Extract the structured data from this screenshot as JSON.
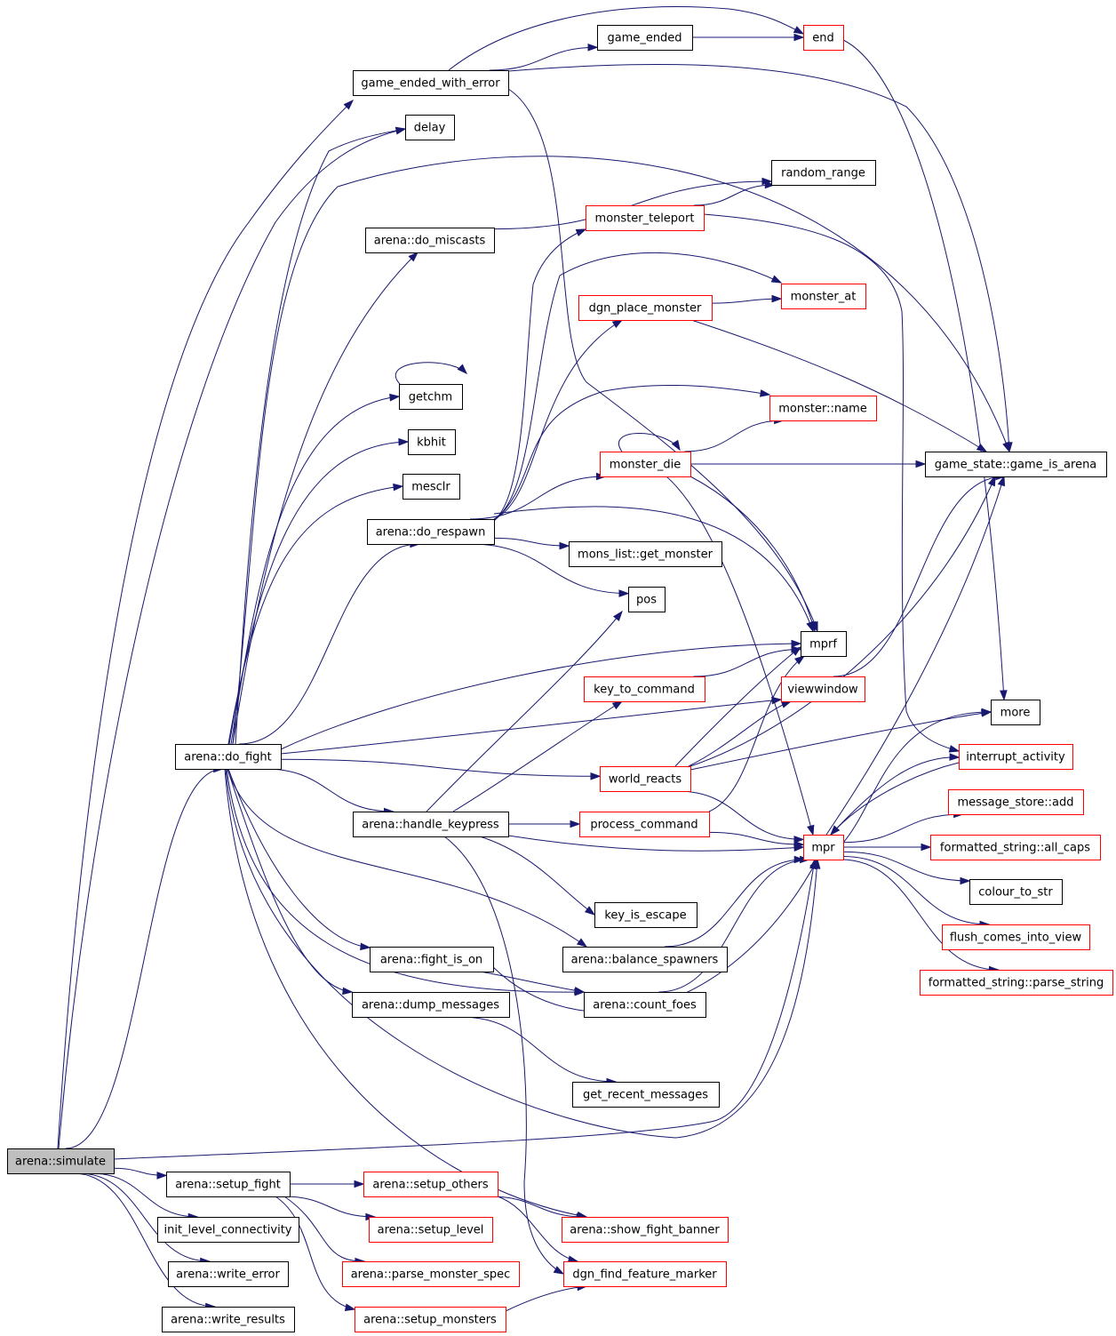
{
  "graph": {
    "root": "arena::simulate",
    "nodes": [
      {
        "id": "simulate",
        "label": "arena::simulate",
        "style": "root"
      },
      {
        "id": "game_ended_with_error",
        "label": "game_ended_with_error",
        "style": "black"
      },
      {
        "id": "game_ended",
        "label": "game_ended",
        "style": "black"
      },
      {
        "id": "end",
        "label": "end",
        "style": "red"
      },
      {
        "id": "delay",
        "label": "delay",
        "style": "black"
      },
      {
        "id": "random_range",
        "label": "random_range",
        "style": "black"
      },
      {
        "id": "do_miscasts",
        "label": "arena::do_miscasts",
        "style": "black"
      },
      {
        "id": "monster_teleport",
        "label": "monster_teleport",
        "style": "red"
      },
      {
        "id": "dgn_place_monster",
        "label": "dgn_place_monster",
        "style": "red"
      },
      {
        "id": "monster_at",
        "label": "monster_at",
        "style": "red"
      },
      {
        "id": "getchm",
        "label": "getchm",
        "style": "black"
      },
      {
        "id": "monster_name",
        "label": "monster::name",
        "style": "red"
      },
      {
        "id": "kbhit",
        "label": "kbhit",
        "style": "black"
      },
      {
        "id": "monster_die",
        "label": "monster_die",
        "style": "red"
      },
      {
        "id": "game_is_arena",
        "label": "game_state::game_is_arena",
        "style": "black"
      },
      {
        "id": "mesclr",
        "label": "mesclr",
        "style": "black"
      },
      {
        "id": "do_respawn",
        "label": "arena::do_respawn",
        "style": "black"
      },
      {
        "id": "get_monster",
        "label": "mons_list::get_monster",
        "style": "black"
      },
      {
        "id": "pos",
        "label": "pos",
        "style": "black"
      },
      {
        "id": "mprf",
        "label": "mprf",
        "style": "black"
      },
      {
        "id": "key_to_command",
        "label": "key_to_command",
        "style": "red"
      },
      {
        "id": "viewwindow",
        "label": "viewwindow",
        "style": "red"
      },
      {
        "id": "more",
        "label": "more",
        "style": "black"
      },
      {
        "id": "do_fight",
        "label": "arena::do_fight",
        "style": "black"
      },
      {
        "id": "interrupt_activity",
        "label": "interrupt_activity",
        "style": "red"
      },
      {
        "id": "world_reacts",
        "label": "world_reacts",
        "style": "red"
      },
      {
        "id": "message_store_add",
        "label": "message_store::add",
        "style": "red"
      },
      {
        "id": "handle_keypress",
        "label": "arena::handle_keypress",
        "style": "black"
      },
      {
        "id": "process_command",
        "label": "process_command",
        "style": "red"
      },
      {
        "id": "mpr",
        "label": "mpr",
        "style": "red"
      },
      {
        "id": "all_caps",
        "label": "formatted_string::all_caps",
        "style": "red"
      },
      {
        "id": "colour_to_str",
        "label": "colour_to_str",
        "style": "black"
      },
      {
        "id": "key_is_escape",
        "label": "key_is_escape",
        "style": "black"
      },
      {
        "id": "flush_comes_into_view",
        "label": "flush_comes_into_view",
        "style": "red"
      },
      {
        "id": "fight_is_on",
        "label": "arena::fight_is_on",
        "style": "black"
      },
      {
        "id": "balance_spawners",
        "label": "arena::balance_spawners",
        "style": "black"
      },
      {
        "id": "parse_string",
        "label": "formatted_string::parse_string",
        "style": "red"
      },
      {
        "id": "dump_messages",
        "label": "arena::dump_messages",
        "style": "black"
      },
      {
        "id": "count_foes",
        "label": "arena::count_foes",
        "style": "black"
      },
      {
        "id": "get_recent_messages",
        "label": "get_recent_messages",
        "style": "black"
      },
      {
        "id": "setup_fight",
        "label": "arena::setup_fight",
        "style": "black"
      },
      {
        "id": "setup_others",
        "label": "arena::setup_others",
        "style": "red"
      },
      {
        "id": "init_level_connectivity",
        "label": "init_level_connectivity",
        "style": "black"
      },
      {
        "id": "setup_level",
        "label": "arena::setup_level",
        "style": "red"
      },
      {
        "id": "show_fight_banner",
        "label": "arena::show_fight_banner",
        "style": "red"
      },
      {
        "id": "write_error",
        "label": "arena::write_error",
        "style": "black"
      },
      {
        "id": "parse_monster_spec",
        "label": "arena::parse_monster_spec",
        "style": "red"
      },
      {
        "id": "dgn_find_feature_marker",
        "label": "dgn_find_feature_marker",
        "style": "red"
      },
      {
        "id": "write_results",
        "label": "arena::write_results",
        "style": "black"
      },
      {
        "id": "setup_monsters",
        "label": "arena::setup_monsters",
        "style": "red"
      }
    ],
    "edges": [
      {
        "from": "simulate",
        "to": "game_ended_with_error"
      },
      {
        "from": "simulate",
        "to": "delay"
      },
      {
        "from": "simulate",
        "to": "do_fight"
      },
      {
        "from": "simulate",
        "to": "mpr"
      },
      {
        "from": "simulate",
        "to": "setup_fight"
      },
      {
        "from": "simulate",
        "to": "init_level_connectivity"
      },
      {
        "from": "simulate",
        "to": "write_error"
      },
      {
        "from": "simulate",
        "to": "write_results"
      },
      {
        "from": "game_ended_with_error",
        "to": "game_ended"
      },
      {
        "from": "game_ended_with_error",
        "to": "end"
      },
      {
        "from": "game_ended_with_error",
        "to": "game_is_arena"
      },
      {
        "from": "game_ended_with_error",
        "to": "mprf"
      },
      {
        "from": "game_ended",
        "to": "end"
      },
      {
        "from": "end",
        "to": "more"
      },
      {
        "from": "do_miscasts",
        "to": "random_range"
      },
      {
        "from": "monster_teleport",
        "to": "random_range"
      },
      {
        "from": "monster_teleport",
        "to": "interrupt_activity"
      },
      {
        "from": "dgn_place_monster",
        "to": "monster_at"
      },
      {
        "from": "dgn_place_monster",
        "to": "game_is_arena"
      },
      {
        "from": "getchm",
        "to": "getchm"
      },
      {
        "from": "monster_die",
        "to": "monster_die"
      },
      {
        "from": "monster_die",
        "to": "monster_name"
      },
      {
        "from": "monster_die",
        "to": "game_is_arena"
      },
      {
        "from": "monster_die",
        "to": "mprf"
      },
      {
        "from": "monster_die",
        "to": "mpr"
      },
      {
        "from": "do_respawn",
        "to": "monster_teleport"
      },
      {
        "from": "do_respawn",
        "to": "monster_at"
      },
      {
        "from": "do_respawn",
        "to": "dgn_place_monster"
      },
      {
        "from": "do_respawn",
        "to": "monster_name"
      },
      {
        "from": "do_respawn",
        "to": "monster_die"
      },
      {
        "from": "do_respawn",
        "to": "mprf"
      },
      {
        "from": "do_respawn",
        "to": "get_monster"
      },
      {
        "from": "do_respawn",
        "to": "pos"
      },
      {
        "from": "do_fight",
        "to": "delay"
      },
      {
        "from": "do_fight",
        "to": "game_is_arena"
      },
      {
        "from": "do_fight",
        "to": "do_miscasts"
      },
      {
        "from": "do_fight",
        "to": "getchm"
      },
      {
        "from": "do_fight",
        "to": "kbhit"
      },
      {
        "from": "do_fight",
        "to": "mesclr"
      },
      {
        "from": "do_fight",
        "to": "do_respawn"
      },
      {
        "from": "do_fight",
        "to": "mprf"
      },
      {
        "from": "do_fight",
        "to": "viewwindow"
      },
      {
        "from": "do_fight",
        "to": "world_reacts"
      },
      {
        "from": "do_fight",
        "to": "handle_keypress"
      },
      {
        "from": "do_fight",
        "to": "balance_spawners"
      },
      {
        "from": "do_fight",
        "to": "fight_is_on"
      },
      {
        "from": "do_fight",
        "to": "dump_messages"
      },
      {
        "from": "do_fight",
        "to": "count_foes"
      },
      {
        "from": "do_fight",
        "to": "mpr"
      },
      {
        "from": "do_fight",
        "to": "show_fight_banner"
      },
      {
        "from": "key_to_command",
        "to": "mprf"
      },
      {
        "from": "viewwindow",
        "to": "game_is_arena"
      },
      {
        "from": "world_reacts",
        "to": "mprf"
      },
      {
        "from": "world_reacts",
        "to": "viewwindow"
      },
      {
        "from": "world_reacts",
        "to": "game_is_arena"
      },
      {
        "from": "world_reacts",
        "to": "more"
      },
      {
        "from": "world_reacts",
        "to": "mpr"
      },
      {
        "from": "handle_keypress",
        "to": "pos"
      },
      {
        "from": "handle_keypress",
        "to": "key_to_command"
      },
      {
        "from": "handle_keypress",
        "to": "process_command"
      },
      {
        "from": "handle_keypress",
        "to": "mpr"
      },
      {
        "from": "handle_keypress",
        "to": "key_is_escape"
      },
      {
        "from": "handle_keypress",
        "to": "dgn_find_feature_marker"
      },
      {
        "from": "process_command",
        "to": "mprf"
      },
      {
        "from": "process_command",
        "to": "mpr"
      },
      {
        "from": "mpr",
        "to": "more"
      },
      {
        "from": "mpr",
        "to": "interrupt_activity"
      },
      {
        "from": "mpr",
        "to": "message_store_add"
      },
      {
        "from": "mpr",
        "to": "all_caps"
      },
      {
        "from": "mpr",
        "to": "colour_to_str"
      },
      {
        "from": "mpr",
        "to": "flush_comes_into_view"
      },
      {
        "from": "mpr",
        "to": "parse_string"
      },
      {
        "from": "mpr",
        "to": "game_is_arena"
      },
      {
        "from": "interrupt_activity",
        "to": "mpr"
      },
      {
        "from": "fight_is_on",
        "to": "count_foes"
      },
      {
        "from": "fight_is_on",
        "to": "mpr"
      },
      {
        "from": "balance_spawners",
        "to": "mpr"
      },
      {
        "from": "count_foes",
        "to": "mpr"
      },
      {
        "from": "dump_messages",
        "to": "get_recent_messages"
      },
      {
        "from": "setup_fight",
        "to": "setup_others"
      },
      {
        "from": "setup_fight",
        "to": "setup_level"
      },
      {
        "from": "setup_fight",
        "to": "parse_monster_spec"
      },
      {
        "from": "setup_fight",
        "to": "setup_monsters"
      },
      {
        "from": "setup_others",
        "to": "show_fight_banner"
      },
      {
        "from": "setup_others",
        "to": "dgn_find_feature_marker"
      },
      {
        "from": "setup_monsters",
        "to": "dgn_find_feature_marker"
      }
    ]
  }
}
